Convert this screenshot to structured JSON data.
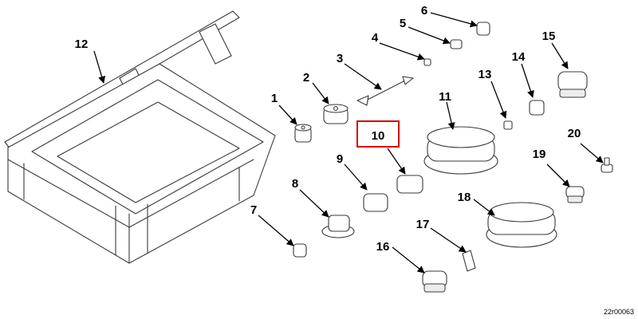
{
  "callouts": [
    "1",
    "2",
    "3",
    "4",
    "5",
    "6",
    "7",
    "8",
    "9",
    "10",
    "11",
    "12",
    "13",
    "14",
    "15",
    "16",
    "17",
    "18",
    "19",
    "20"
  ],
  "highlighted_callout": "10",
  "highlight_color": "#d40000",
  "drawing_ref": "22r00063"
}
